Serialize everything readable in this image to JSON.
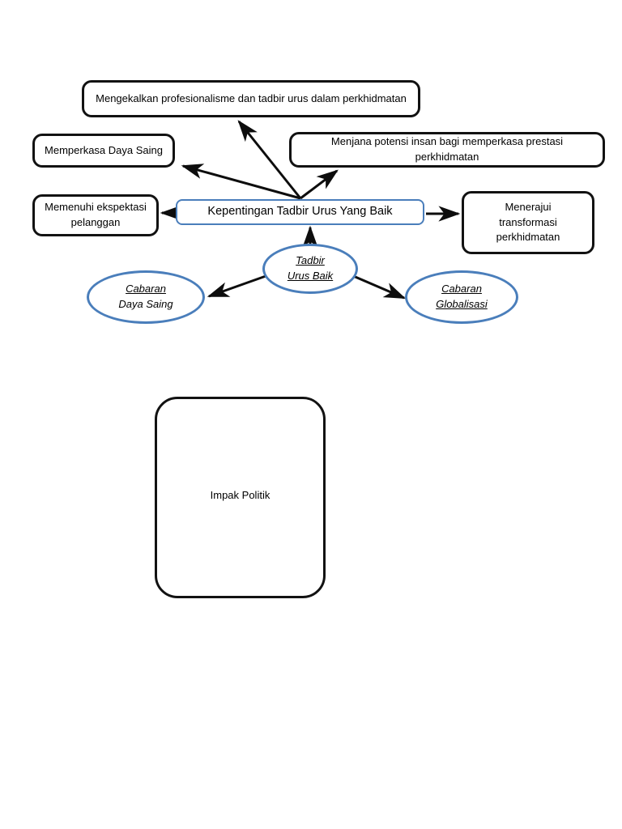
{
  "diagram": {
    "title": "Kepentingan Tadbir Urus Yang Baik",
    "colors": {
      "accent_blue": "#4a7ebb",
      "outline_black": "#121212",
      "background": "#ffffff"
    },
    "nodes": {
      "mengekalkan": {
        "text": "Mengekalkan profesionalisme dan tadbir urus dalam perkhidmatan",
        "shape": "rounded-rectangle",
        "outline": "#121212"
      },
      "memperkasa": {
        "text": "Memperkasa Daya Saing",
        "shape": "rounded-rectangle",
        "outline": "#121212"
      },
      "menjana": {
        "text": "Menjana potensi insan bagi memperkasa prestasi perkhidmatan",
        "shape": "rounded-rectangle",
        "outline": "#121212"
      },
      "memenuhi": {
        "line1": "Memenuhi ekspektasi",
        "line2": "pelanggan",
        "shape": "rounded-rectangle",
        "outline": "#121212"
      },
      "kepentingan": {
        "text": "Kepentingan Tadbir Urus Yang Baik",
        "shape": "rounded-rectangle",
        "outline": "#4a7ebb"
      },
      "menerajui": {
        "line1": "Menerajui",
        "line2": "transformasi",
        "line3": "perkhidmatan",
        "shape": "rounded-rectangle",
        "outline": "#121212"
      },
      "tadbir_urus_baik": {
        "line1": "Tadbir",
        "line2": "Urus Baik",
        "shape": "ellipse",
        "outline": "#4a7ebb",
        "style": "italic-underline"
      },
      "cabaran_daya_saing": {
        "line1": "Cabaran",
        "line2": "Daya Saing",
        "shape": "ellipse",
        "outline": "#4a7ebb",
        "style": "italic"
      },
      "cabaran_globalisasi": {
        "line1": "Cabaran",
        "line2": "Globalisasi",
        "shape": "ellipse",
        "outline": "#4a7ebb",
        "style": "italic-underline"
      },
      "impak_politik": {
        "text": "Impak Politik",
        "shape": "rounded-rectangle",
        "outline": "#121212"
      }
    },
    "connectors": [
      {
        "name": "kepentingan-to-mengekalkan",
        "from": "kepentingan",
        "to": "mengekalkan",
        "arrow": "end"
      },
      {
        "name": "kepentingan-to-memperkasa",
        "from": "kepentingan",
        "to": "memperkasa",
        "arrow": "end"
      },
      {
        "name": "kepentingan-to-menjana",
        "from": "kepentingan",
        "to": "menjana",
        "arrow": "end"
      },
      {
        "name": "kepentingan-to-memenuhi",
        "from": "kepentingan",
        "to": "memenuhi",
        "arrow": "end"
      },
      {
        "name": "kepentingan-to-menerajui",
        "from": "kepentingan",
        "to": "menerajui",
        "arrow": "end"
      },
      {
        "name": "tadbir-to-kepentingan",
        "from": "tadbir_urus_baik",
        "to": "kepentingan",
        "arrow": "end"
      },
      {
        "name": "tadbir-to-cabaran-daya-saing",
        "from": "tadbir_urus_baik",
        "to": "cabaran_daya_saing",
        "arrow": "end"
      },
      {
        "name": "tadbir-to-cabaran-globalisasi",
        "from": "tadbir_urus_baik",
        "to": "cabaran_globalisasi",
        "arrow": "end"
      }
    ]
  }
}
